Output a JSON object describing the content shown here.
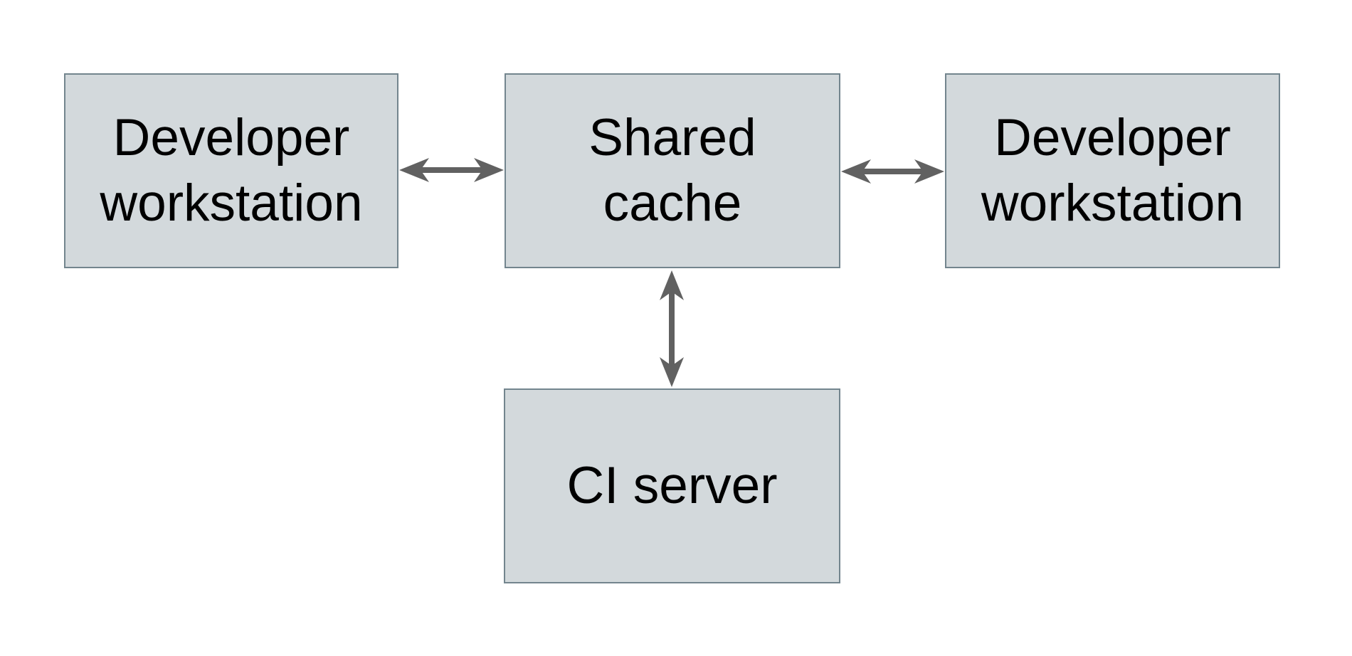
{
  "diagram": {
    "type": "architecture-diagram",
    "nodes": {
      "dev_left": {
        "line1": "Developer",
        "line2": "workstation"
      },
      "shared_cache": {
        "line1": "Shared",
        "line2": "cache"
      },
      "dev_right": {
        "line1": "Developer",
        "line2": "workstation"
      },
      "ci_server": {
        "line1": "CI server"
      }
    },
    "edges": [
      {
        "from": "Developer workstation (left)",
        "to": "Shared cache",
        "direction": "bidirectional"
      },
      {
        "from": "Shared cache",
        "to": "Developer workstation (right)",
        "direction": "bidirectional"
      },
      {
        "from": "Shared cache",
        "to": "CI server",
        "direction": "bidirectional"
      }
    ],
    "colors": {
      "background": "#ffffff",
      "node_fill": "#d3d9dc",
      "node_border": "#73858e",
      "arrow": "#616161",
      "text": "#000000"
    }
  }
}
